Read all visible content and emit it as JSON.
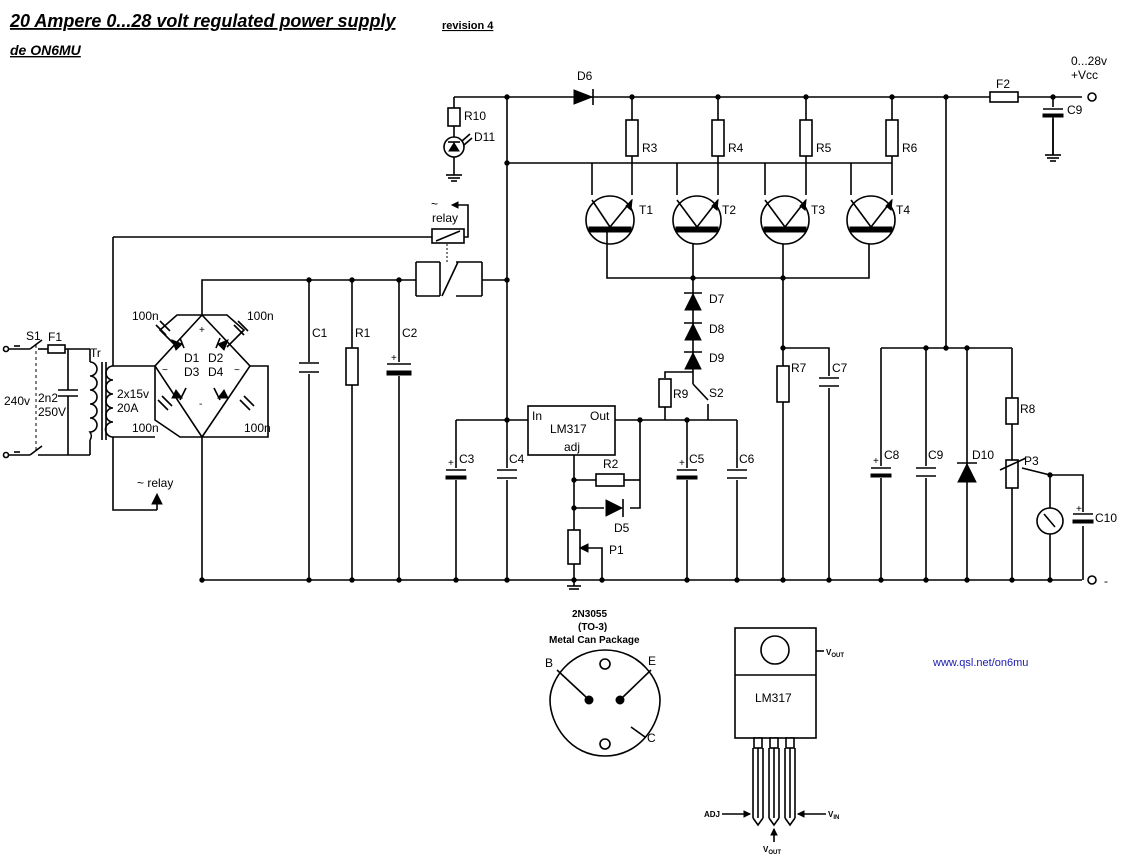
{
  "header": {
    "title": "20 Ampere 0...28 volt regulated power supply",
    "revision": "revision 4",
    "author": "de ON6MU"
  },
  "labels": {
    "S1": "S1",
    "F1": "F1",
    "Tr": "Tr",
    "mains": "240v",
    "cap_2n2": "2n2",
    "cap_250v": "250V",
    "secondary": "2x15v",
    "secondary_current": "20A",
    "relay_ac": "~",
    "relay": "relay",
    "relay_coil": "~ relay",
    "n100_tl": "100n",
    "n100_tr": "100n",
    "n100_bl": "100n",
    "n100_br": "100n",
    "D1": "D1",
    "D2": "D2",
    "D3": "D3",
    "D4": "D4",
    "plus": "+",
    "minus": "-",
    "tilde_l": "~",
    "tilde_r": "~",
    "C1": "C1",
    "R1": "R1",
    "C2": "C2",
    "C2_plus": "+",
    "R10": "R10",
    "D11": "D11",
    "D6": "D6",
    "R3": "R3",
    "R4": "R4",
    "R5": "R5",
    "R6": "R6",
    "T1": "T1",
    "T2": "T2",
    "T3": "T3",
    "T4": "T4",
    "D7": "D7",
    "D8": "D8",
    "D9": "D9",
    "R9": "R9",
    "S2": "S2",
    "lm_in": "In",
    "lm_out": "Out",
    "lm_name": "LM317",
    "lm_adj": "adj",
    "C3": "C3",
    "C4": "C4",
    "R2": "R2",
    "D5": "D5",
    "P1": "P1",
    "C5": "C5",
    "C6": "C6",
    "R7": "R7",
    "C7": "C7",
    "C8": "C8",
    "C9b": "C9",
    "D10": "D10",
    "R8": "R8",
    "P3": "P3",
    "C10": "C10",
    "F2": "F2",
    "C9": "C9",
    "out_v": "0...28v",
    "out_vcc": "+Vcc",
    "out_minus": "-"
  },
  "pkg_2n3055": {
    "name": "2N3055",
    "case": "(TO-3)",
    "desc": "Metal Can Package",
    "B": "B",
    "E": "E",
    "C": "C"
  },
  "pkg_lm317": {
    "name": "LM317",
    "vout_top": "V",
    "vout_top_sub": "OUT",
    "adj": "ADJ",
    "vin": "V",
    "vin_sub": "IN",
    "vout_bottom": "V",
    "vout_bottom_sub": "OUT"
  },
  "website": "www.qsl.net/on6mu"
}
